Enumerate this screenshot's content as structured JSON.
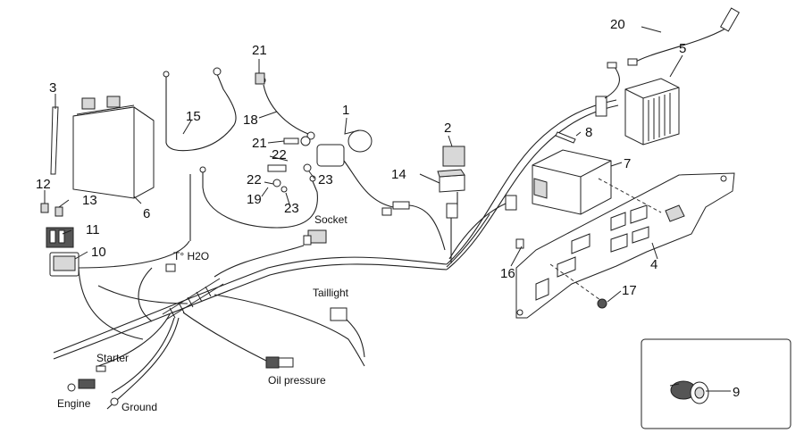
{
  "part_numbers": {
    "p1": "1",
    "p2": "2",
    "p3": "3",
    "p4": "4",
    "p5": "5",
    "p6": "6",
    "p7": "7",
    "p8": "8",
    "p9": "9",
    "p10": "10",
    "p11": "11",
    "p12": "12",
    "p13": "13",
    "p14": "14",
    "p15": "15",
    "p16": "16",
    "p17": "17",
    "p18": "18",
    "p19": "19",
    "p20": "20",
    "p21a": "21",
    "p21b": "21",
    "p22a": "22",
    "p22b": "22",
    "p23a": "23",
    "p23b": "23"
  },
  "labels": {
    "socket": "Socket",
    "temp": "T° H2O",
    "taillight": "Taillight",
    "starter": "Starter",
    "engine": "Engine",
    "ground": "Ground",
    "oil_pressure": "Oil pressure"
  }
}
